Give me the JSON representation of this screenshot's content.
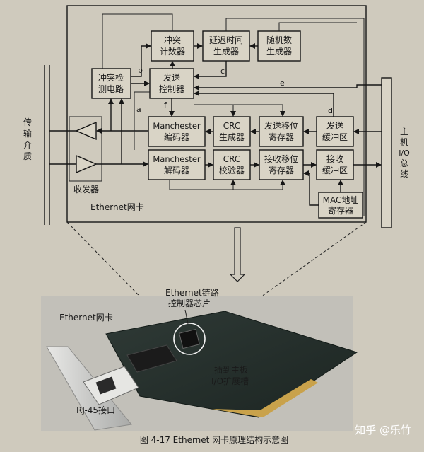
{
  "blocks": {
    "collision_counter": [
      "冲突",
      "计数器"
    ],
    "delay_gen": [
      "延迟时间",
      "生成器"
    ],
    "random_gen": [
      "随机数",
      "生成器"
    ],
    "collision_detect": [
      "冲突检",
      "测电路"
    ],
    "send_ctrl": [
      "发送",
      "控制器"
    ],
    "manch_enc": [
      "Manchester",
      "编码器"
    ],
    "crc_gen": [
      "CRC",
      "生成器"
    ],
    "tx_shift": [
      "发送移位",
      "寄存器"
    ],
    "tx_buf": [
      "发送",
      "缓冲区"
    ],
    "manch_dec": [
      "Manchester",
      "解码器"
    ],
    "crc_chk": [
      "CRC",
      "校验器"
    ],
    "rx_shift": [
      "接收移位",
      "寄存器"
    ],
    "rx_buf": [
      "接收",
      "缓冲区"
    ],
    "mac_reg": [
      "MAC地址",
      "寄存器"
    ]
  },
  "labels": {
    "medium": [
      "传",
      "输",
      "介",
      "质"
    ],
    "bus": [
      "主",
      "机",
      "I/O",
      "总",
      "线"
    ],
    "transceiver": "收发器",
    "card_title": "Ethernet网卡",
    "sig_a": "a",
    "sig_b": "b",
    "sig_c": "c",
    "sig_d": "d",
    "sig_e": "e",
    "sig_f": "f"
  },
  "photo": {
    "card_label": "Ethernet网卡",
    "chip_label": [
      "Ethernet链路",
      "控制器芯片"
    ],
    "slot_label": [
      "插到主板",
      "I/O扩展槽"
    ],
    "rj45_label": "RJ-45接口"
  },
  "caption": "图 4-17   Ethernet 网卡原理结构示意图",
  "watermark": "知乎 @乐竹"
}
